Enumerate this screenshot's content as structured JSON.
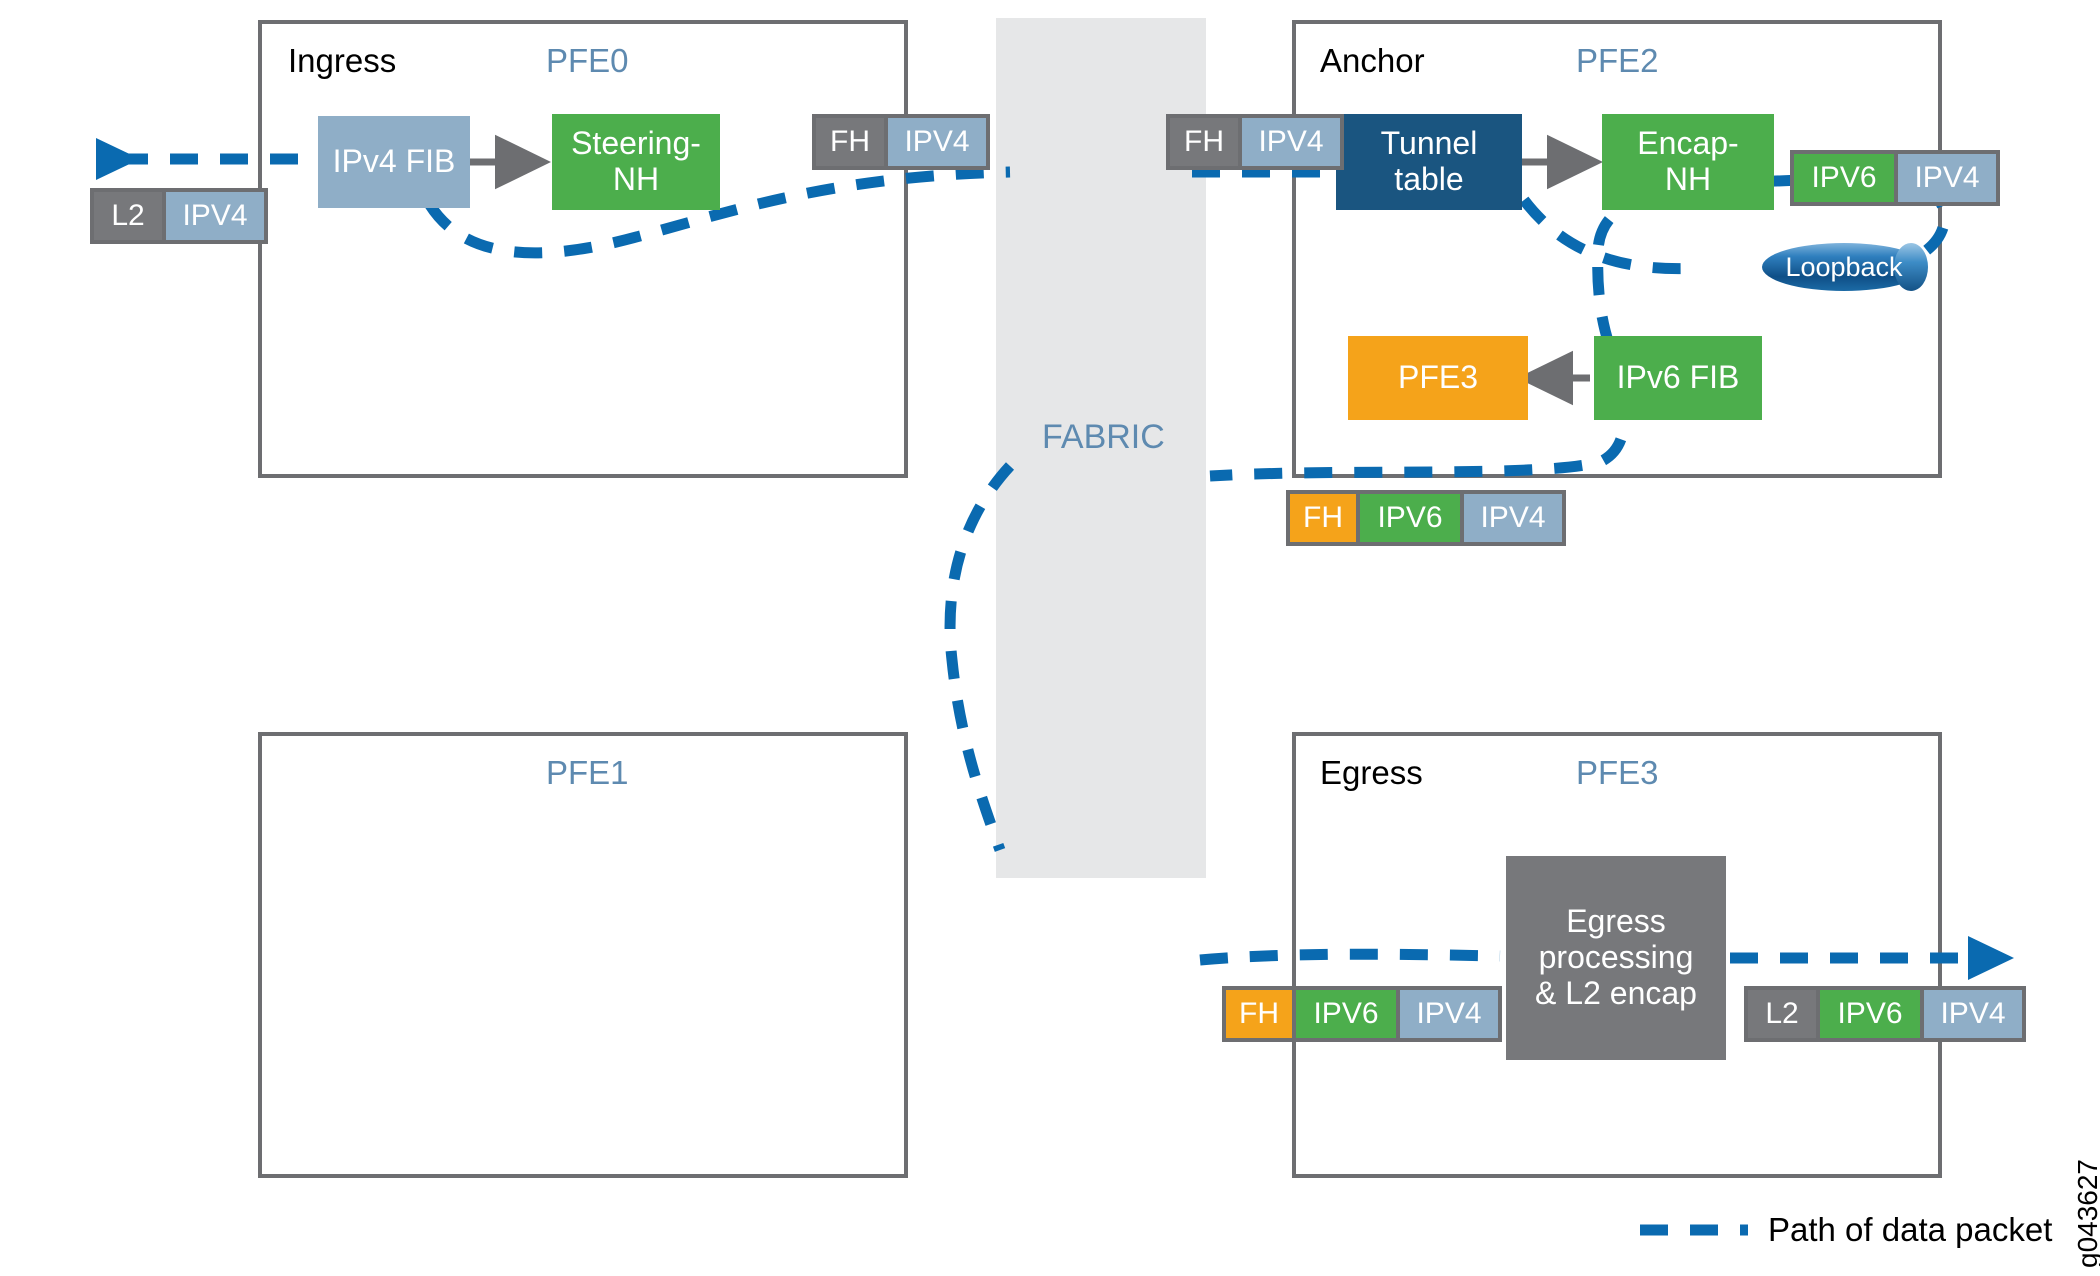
{
  "figure": {
    "id_code": "g043627"
  },
  "colors": {
    "box_border": "#6d6e71",
    "pfe_label": "#5e8ab0",
    "path": "#0a6ab0",
    "fabric_bg": "#e6e7e8",
    "green": "#4cae4c",
    "light_blue": "#8faec7",
    "dark_blue": "#1a5580",
    "orange": "#f5a31a",
    "gray": "#77787b"
  },
  "fabric": {
    "label": "FABRIC"
  },
  "panels": [
    {
      "role": "Ingress",
      "pfe": "PFE0"
    },
    {
      "role": "Anchor",
      "pfe": "PFE2"
    },
    {
      "role": "",
      "pfe": "PFE1"
    },
    {
      "role": "Egress",
      "pfe": "PFE3"
    }
  ],
  "nodes": {
    "ipv4_fib": "IPv4 FIB",
    "steering_nh": "Steering-\nNH",
    "steering_nh_l1": "Steering-",
    "steering_nh_l2": "NH",
    "tunnel_table_l1": "Tunnel",
    "tunnel_table_l2": "table",
    "encap_nh_l1": "Encap-",
    "encap_nh_l2": "NH",
    "pfe3_target": "PFE3",
    "ipv6_fib": "IPv6 FIB",
    "loopback": "Loopback",
    "egress_proc_l1": "Egress",
    "egress_proc_l2": "processing",
    "egress_proc_l3": "& L2 encap"
  },
  "packets": [
    {
      "name": "ingress-in",
      "segments": [
        {
          "text": "L2",
          "color": "gray"
        },
        {
          "text": "IPV4",
          "color": "blue"
        }
      ]
    },
    {
      "name": "fabric-left",
      "segments": [
        {
          "text": "FH",
          "color": "gray"
        },
        {
          "text": "IPV4",
          "color": "blue"
        }
      ]
    },
    {
      "name": "fabric-right",
      "segments": [
        {
          "text": "FH",
          "color": "gray"
        },
        {
          "text": "IPV4",
          "color": "blue"
        }
      ]
    },
    {
      "name": "anchor-encap",
      "segments": [
        {
          "text": "IPV6",
          "color": "green"
        },
        {
          "text": "IPV4",
          "color": "blue"
        }
      ]
    },
    {
      "name": "anchor-out",
      "segments": [
        {
          "text": "FH",
          "color": "orange"
        },
        {
          "text": "IPV6",
          "color": "green"
        },
        {
          "text": "IPV4",
          "color": "blue"
        }
      ]
    },
    {
      "name": "egress-in",
      "segments": [
        {
          "text": "FH",
          "color": "orange"
        },
        {
          "text": "IPV6",
          "color": "green"
        },
        {
          "text": "IPV4",
          "color": "blue"
        }
      ]
    },
    {
      "name": "egress-out",
      "segments": [
        {
          "text": "L2",
          "color": "gray"
        },
        {
          "text": "IPV6",
          "color": "green"
        },
        {
          "text": "IPV4",
          "color": "blue"
        }
      ]
    }
  ],
  "legend": {
    "label": "Path of data packet"
  }
}
